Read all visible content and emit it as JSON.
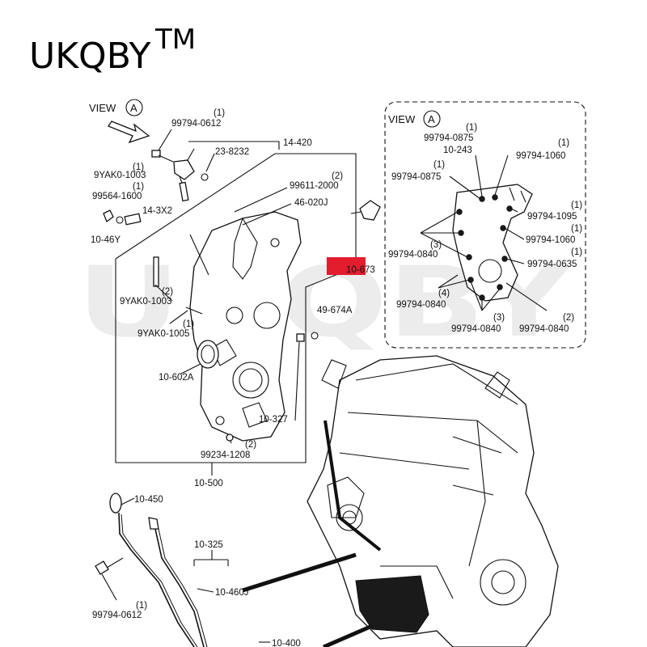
{
  "brand": {
    "text": "UKQBY",
    "tm": "TM"
  },
  "watermark": "UKQBY",
  "view_main": {
    "label": "VIEW",
    "circle": "A"
  },
  "view_inset": {
    "label": "VIEW",
    "circle": "A"
  },
  "highlight_color": "#e11d2e",
  "labels": {
    "q_1_a": "(1)",
    "p_99794_0612_a": "99794-0612",
    "p_14_420": "14-420",
    "p_23_8232": "23-8232",
    "q_1_b": "(1)",
    "p_9yak0_1003_a": "9YAK0-1003",
    "q_1_c": "(1)",
    "p_99564_1600": "99564-1600",
    "p_14_3x2": "14-3X2",
    "p_10_46y": "10-46Y",
    "q_2_a": "(2)",
    "p_99611_2000": "99611-2000",
    "p_46_020j": "46-020J",
    "p_10_673": "10-673",
    "q_2_b": "(2)",
    "p_9yak0_1003_b": "9YAK0-1003",
    "q_1_d": "(1)",
    "p_9yak0_1005": "9YAK0-1005",
    "p_49_674a": "49-674A",
    "p_10_602a": "10-602A",
    "p_10_327": "10-327",
    "q_2_c": "(2)",
    "p_99234_1208": "99234-1208",
    "p_10_500": "10-500",
    "p_10_450": "10-450",
    "p_10_325": "10-325",
    "p_10_460j": "10-460J",
    "q_1_e": "(1)",
    "p_99794_0612_b": "99794-0612",
    "p_10_400": "10-400"
  },
  "inset_labels": {
    "q_1_a": "(1)",
    "p_99794_0875_a": "99794-0875",
    "p_10_243": "10-243",
    "q_1_b": "(1)",
    "p_99794_1060_a": "99794-1060",
    "q_1_c": "(1)",
    "p_99794_0875_b": "99794-0875",
    "q_1_d": "(1)",
    "p_99794_1095": "99794-1095",
    "q_1_e": "(1)",
    "p_99794_1060_b": "99794-1060",
    "q_3_a": "(3)",
    "p_99794_0840_a": "99794-0840",
    "q_1_f": "(1)",
    "p_99794_0635": "99794-0635",
    "q_4": "(4)",
    "p_99794_0840_b": "99794-0840",
    "q_3_b": "(3)",
    "p_99794_0840_c": "99794-0840",
    "q_2": "(2)",
    "p_99794_0840_d": "99794-0840"
  }
}
